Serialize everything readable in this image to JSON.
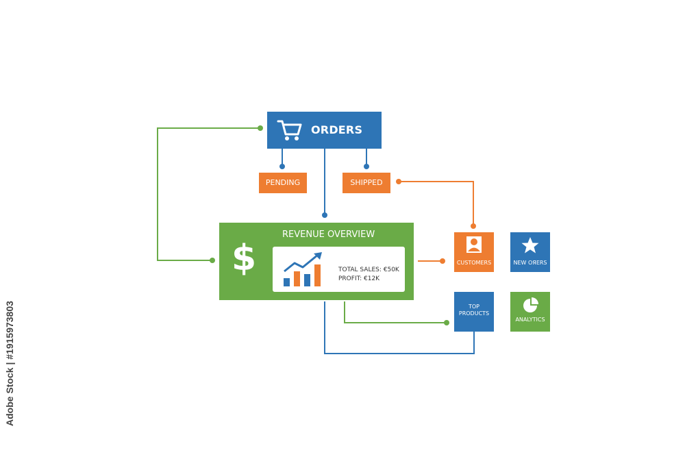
{
  "orders": {
    "label": "ORDERS",
    "icon": "shopping-cart-icon"
  },
  "status_tags": {
    "pending": "PENDING",
    "shipped": "SHIPPED"
  },
  "revenue": {
    "title": "REVENUE OVERVIEW",
    "currency_symbol": "$",
    "chart_icon": "bar-chart-trend-icon",
    "total_sales": "TOTAL SALES: €50K",
    "profit": "PROFIT: €12K"
  },
  "tiles": {
    "customers": {
      "label": "CUSTOMERS",
      "icon": "user-icon"
    },
    "new_orders": {
      "label": "NEW OЯERS",
      "icon": "star-icon"
    },
    "top_products": {
      "label_line1": "TOP",
      "label_line2": "PRODUCTS"
    },
    "analytics": {
      "label": "ANALYTICS",
      "icon": "pie-chart-icon"
    }
  },
  "colors": {
    "blue": "#2e75b6",
    "orange": "#ee7d31",
    "green": "#6aab47"
  },
  "watermark": "Adobe Stock | #1915973803"
}
